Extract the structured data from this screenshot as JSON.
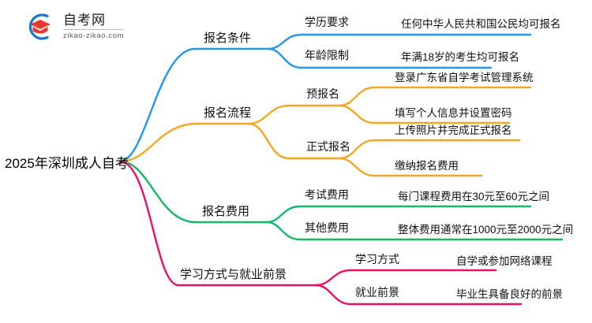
{
  "branding": {
    "logo_icon": "zikao-logo-icon",
    "site_name": "自考网",
    "site_url": "zikao-zikao.com"
  },
  "mindmap": {
    "root": "2025年深圳成人自考",
    "branches": [
      {
        "label": "报名条件",
        "color": "#2196F3",
        "children": [
          {
            "label": "学历要求",
            "leaves": [
              "任何中华人民共和国公民均可报名"
            ]
          },
          {
            "label": "年龄限制",
            "leaves": [
              "年满18岁的考生均可报名"
            ]
          }
        ]
      },
      {
        "label": "报名流程",
        "color": "#F5A623",
        "children": [
          {
            "label": "预报名",
            "leaves": [
              "登录广东省自学考试管理系统",
              "填写个人信息并设置密码"
            ]
          },
          {
            "label": "正式报名",
            "leaves": [
              "上传照片并完成正式报名",
              "缴纳报名费用"
            ]
          }
        ]
      },
      {
        "label": "报名费用",
        "color": "#14B866",
        "children": [
          {
            "label": "考试费用",
            "leaves": [
              "每门课程费用在30元至60元之间"
            ]
          },
          {
            "label": "其他费用",
            "leaves": [
              "整体费用通常在1000元至2000元之间"
            ]
          }
        ]
      },
      {
        "label": "学习方式与就业前景",
        "color": "#EC1164",
        "children": [
          {
            "label": "学习方式",
            "leaves": [
              "自学或参加网络课程"
            ]
          },
          {
            "label": "就业前景",
            "leaves": [
              "毕业生具备良好的前景"
            ]
          }
        ]
      }
    ]
  }
}
